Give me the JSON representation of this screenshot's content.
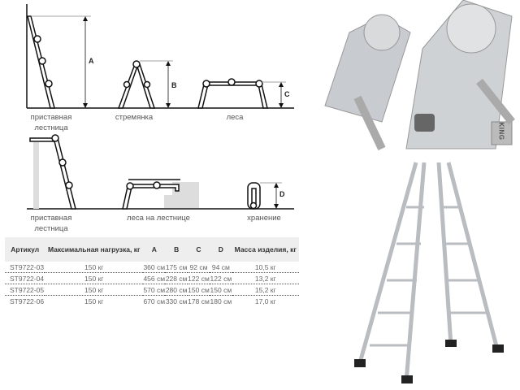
{
  "diagrams": {
    "row1": [
      {
        "label": "приставная лестница",
        "dimension": "A"
      },
      {
        "label": "стремянка",
        "dimension": "B"
      },
      {
        "label": "леса",
        "dimension": "C"
      }
    ],
    "row2": [
      {
        "label": "приставная лестница"
      },
      {
        "label": "леса на лестнице"
      },
      {
        "label": "хранение",
        "dimension": "D"
      }
    ]
  },
  "table": {
    "headers": [
      "Артикул",
      "Максимальная нагрузка, кг",
      "A",
      "B",
      "C",
      "D",
      "Масса изделия, кг"
    ],
    "rows": [
      [
        "ST9722-03",
        "150 кг",
        "360 см",
        "175 см",
        "92 см",
        "94 см",
        "10,5 кг"
      ],
      [
        "ST9722-04",
        "150 кг",
        "456 см",
        "228 см",
        "122 см",
        "122 см",
        "13,2 кг"
      ],
      [
        "ST9722-05",
        "150 кг",
        "570 см",
        "280 см",
        "150 см",
        "150 см",
        "15,2 кг"
      ],
      [
        "ST9722-06",
        "150 кг",
        "670 см",
        "330 см",
        "178 см",
        "180 см",
        "17,0 кг"
      ]
    ]
  },
  "photos": {
    "hinge_brand": "KING"
  }
}
